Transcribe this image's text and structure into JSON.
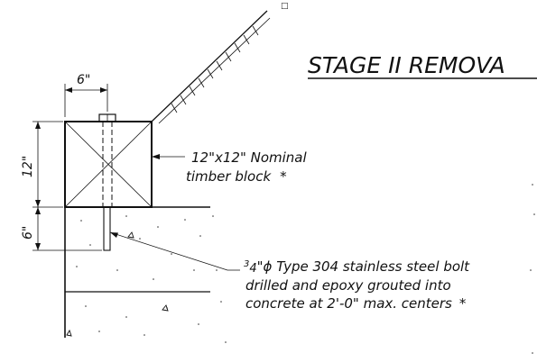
{
  "title": "STAGE II REMOVA",
  "dimensions": {
    "width": "6\"",
    "height_block": "12\"",
    "height_embed": "6\""
  },
  "labels": {
    "block_line1": "12\"x12\" Nominal",
    "block_line2": "timber block",
    "block_asterisk": "*",
    "bolt_frac_num": "3",
    "bolt_frac_den": "4",
    "bolt_line1": "\"ϕ Type 304 stainless steel bolt",
    "bolt_line2": "drilled and epoxy grouted into",
    "bolt_line3": "concrete at 2'-0\" max. centers",
    "bolt_asterisk": "*"
  },
  "marker": "□"
}
